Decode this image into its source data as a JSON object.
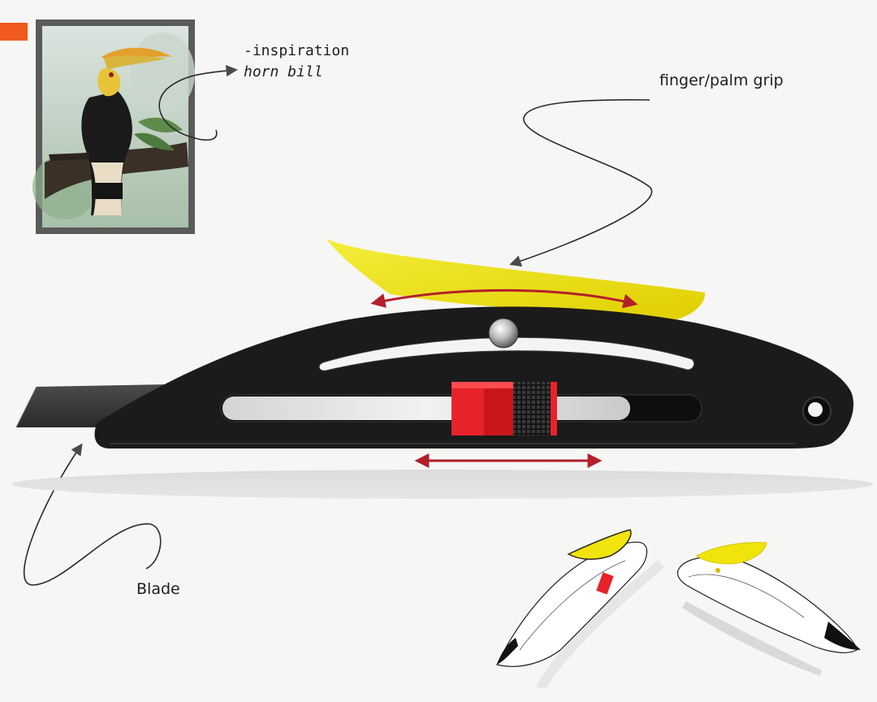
{
  "labels": {
    "inspiration": "-inspiration",
    "inspiration_subject": "horn bill",
    "grip": "finger/palm grip",
    "blade": "Blade"
  },
  "colors": {
    "background": "#f6f6f5",
    "accent_tab": "#f05a1e",
    "body": "#1b1b1b",
    "grip": "#f1e40c",
    "slider": "#e8222a",
    "motion_arrow": "#b3202a",
    "annotation_line": "#2b2b2b"
  },
  "icons": {
    "grip_arrow": "double-headed-arrow",
    "slider_arrow": "double-headed-arrow",
    "callout_arrows": "curved-arrow"
  }
}
